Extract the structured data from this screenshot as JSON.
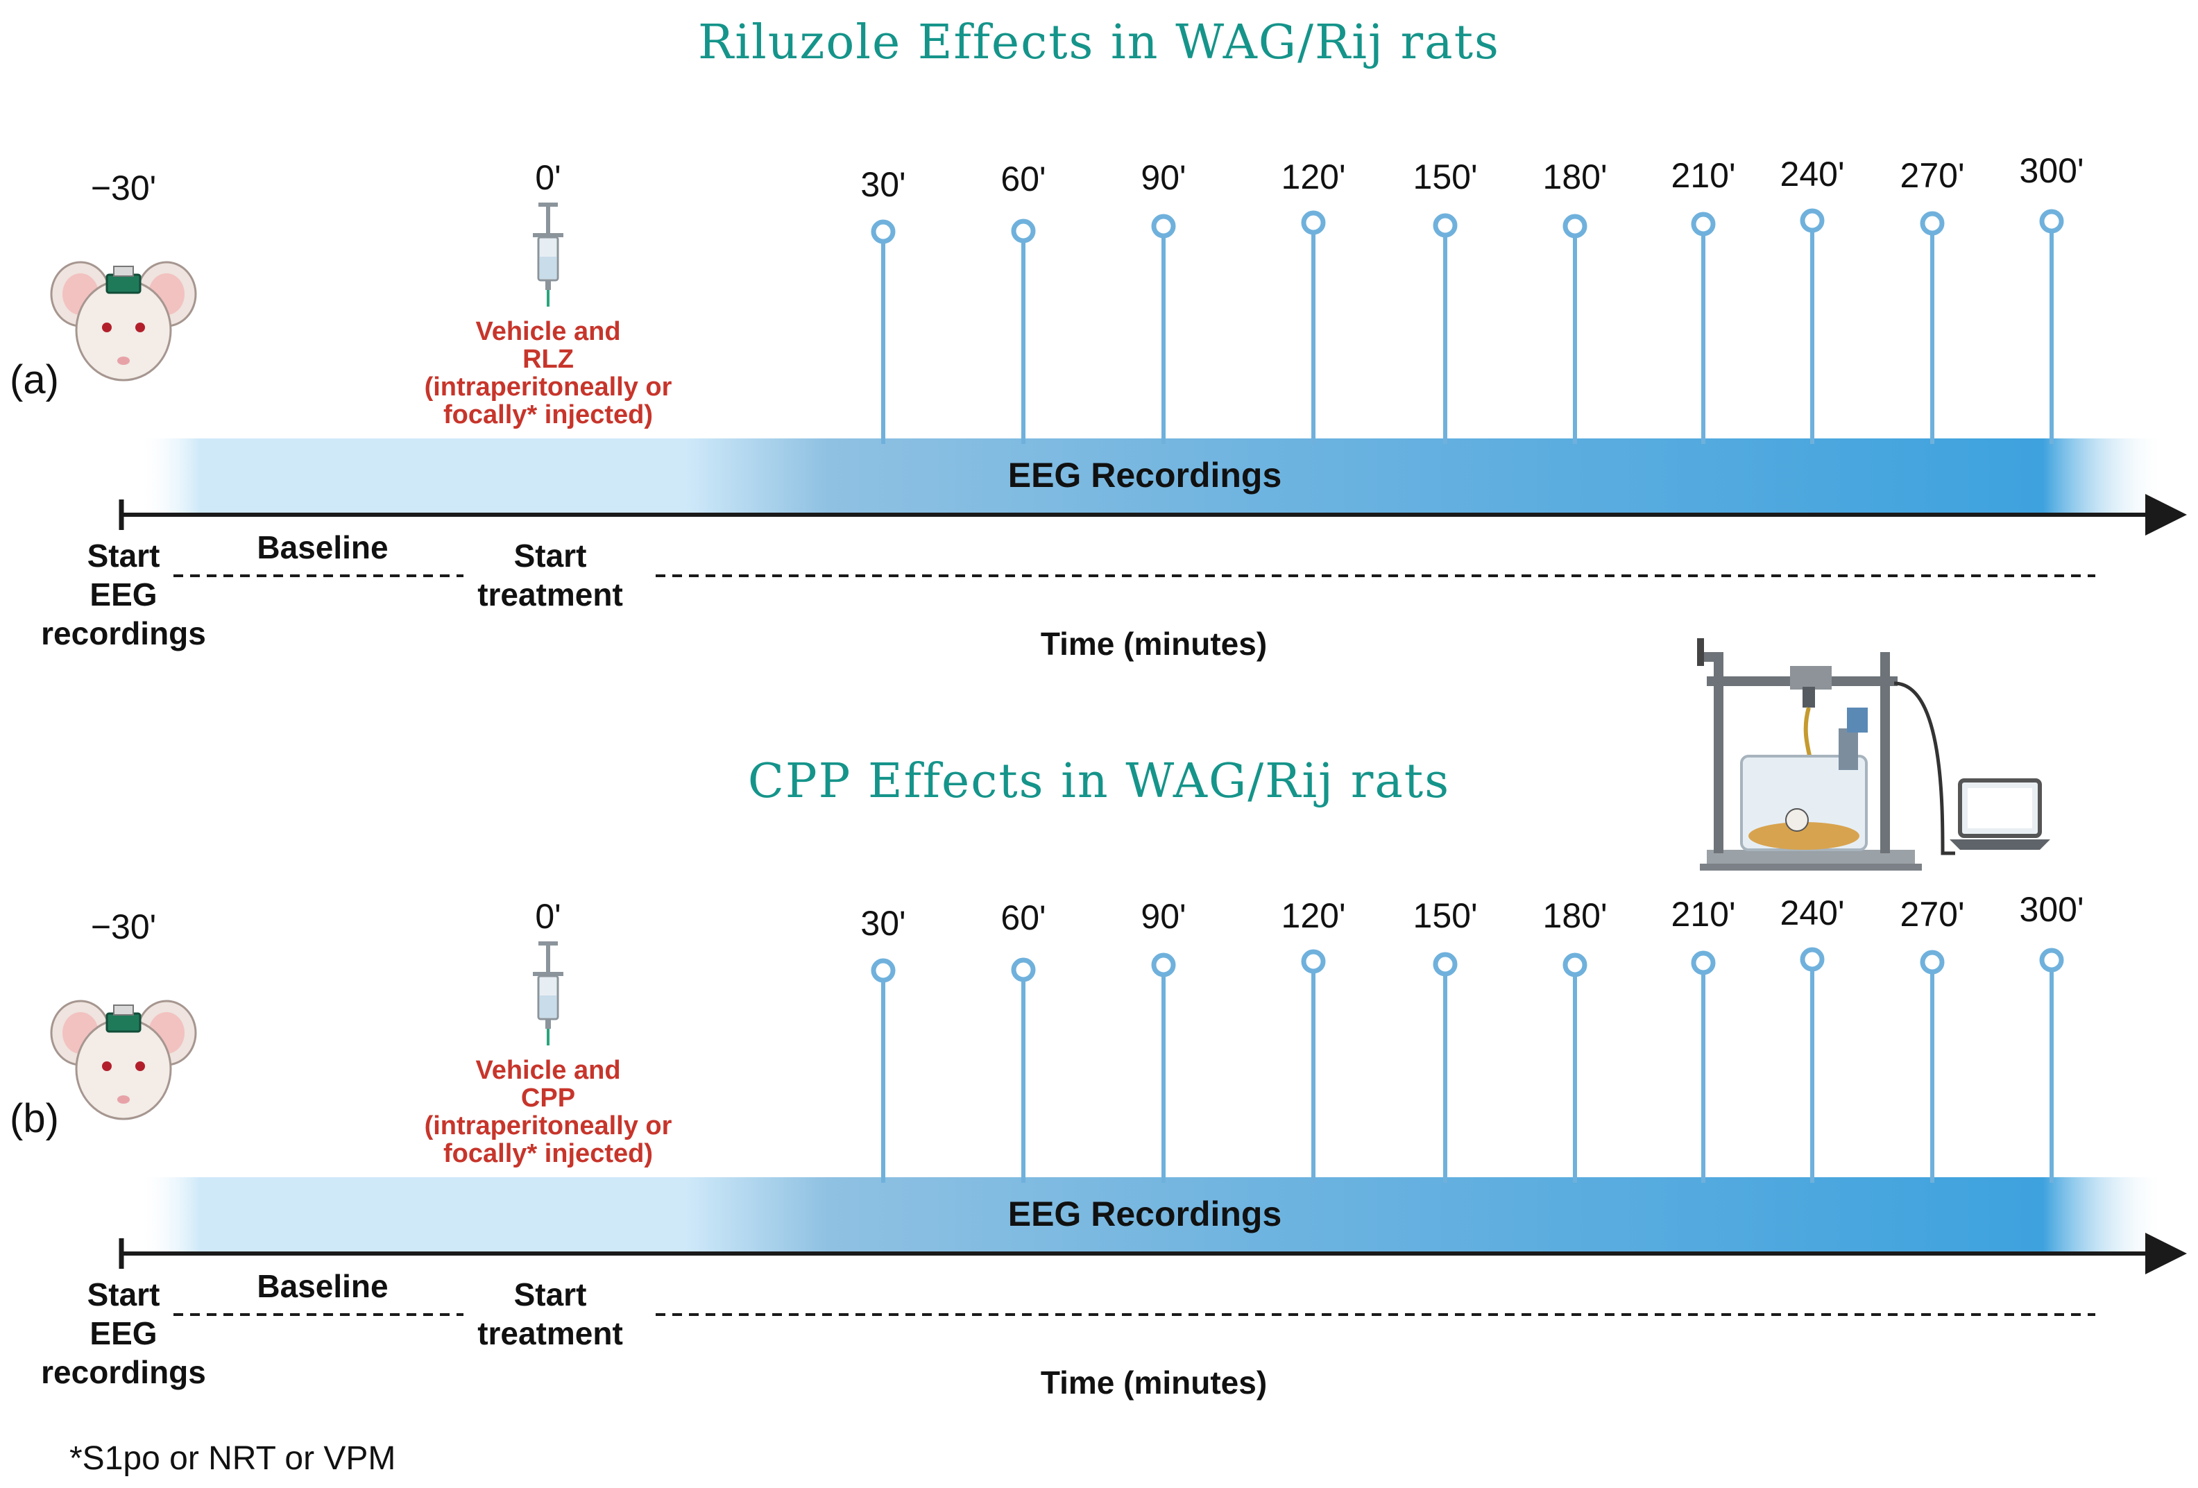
{
  "panels": [
    {
      "id": "a",
      "title": "Riluzole  Effects in WAG/Rij rats",
      "panel_label": "(a)",
      "start_time": "−30'",
      "treatment_time": "0'",
      "treatment_text": [
        "Vehicle and",
        "RLZ",
        "(intraperitoneally or",
        "focally* injected)"
      ],
      "timepoints": [
        "30'",
        "60'",
        "90'",
        "120'",
        "150'",
        "180'",
        "210'",
        "240'",
        "270'",
        "300'"
      ],
      "bar_label": "EEG Recordings",
      "start_eeg": [
        "Start",
        "EEG",
        "recordings"
      ],
      "baseline": "Baseline",
      "start_treatment": [
        "Start",
        "treatment"
      ],
      "axis_label": "Time (minutes)"
    },
    {
      "id": "b",
      "title": "CPP Effects in WAG/Rij rats",
      "panel_label": "(b)",
      "start_time": "−30'",
      "treatment_time": "0'",
      "treatment_text": [
        "Vehicle and",
        "CPP",
        "(intraperitoneally or",
        "focally* injected)"
      ],
      "timepoints": [
        "30'",
        "60'",
        "90'",
        "120'",
        "150'",
        "180'",
        "210'",
        "240'",
        "270'",
        "300'"
      ],
      "bar_label": "EEG Recordings",
      "start_eeg": [
        "Start",
        "EEG",
        "recordings"
      ],
      "baseline": "Baseline",
      "start_treatment": [
        "Start",
        "treatment"
      ],
      "axis_label": "Time (minutes)"
    }
  ],
  "footnote": "*S1po or NRT or VPM",
  "colors": {
    "title": "#15948a",
    "treatment_text": "#c7352b",
    "timepoint_marker": "#6fb1dc",
    "bar_light": "#cfe9f9",
    "bar_dark": "#3b9fdd"
  },
  "icons": [
    "rat-head-icon",
    "syringe-icon",
    "eeg-setup-icon"
  ]
}
